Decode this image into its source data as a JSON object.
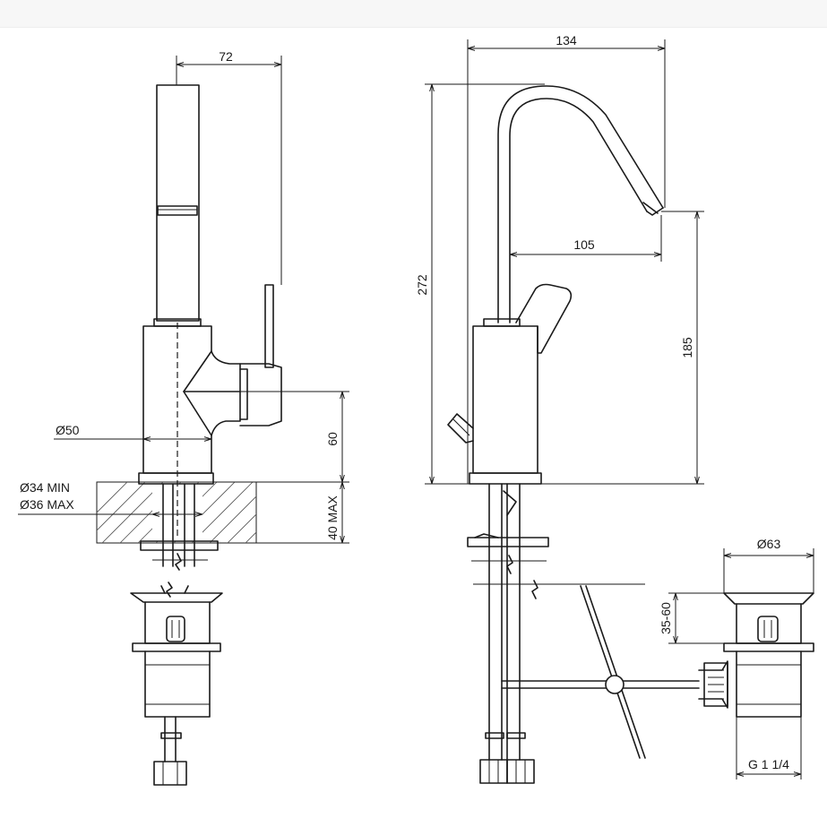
{
  "colors": {
    "line": "#1a1a1a",
    "background": "#ffffff",
    "hatch": "#555555"
  },
  "dimensions": {
    "front_width": "72",
    "body_diameter": "Ø50",
    "hole_min": "Ø34 MIN",
    "hole_max": "Ø36 MAX",
    "lever_height": "60",
    "deck_max": "40 MAX",
    "total_width": "134",
    "total_height": "272",
    "spout_reach": "105",
    "spout_height": "185",
    "waste_diameter": "Ø63",
    "waste_depth": "35-60",
    "waste_thread": "G 1 1/4"
  }
}
